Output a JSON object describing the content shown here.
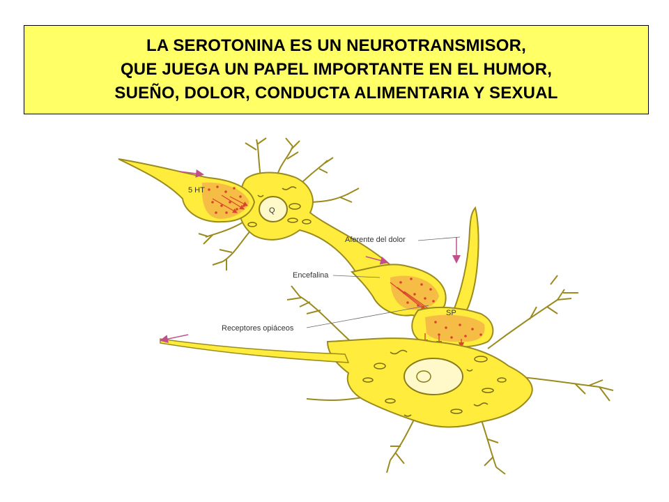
{
  "title": {
    "lines": [
      "LA SEROTONINA ES UN NEUROTRANSMISOR,",
      "QUE JUEGA UN PAPEL IMPORTANTE EN EL HUMOR,",
      "SUEÑO, DOLOR, CONDUCTA ALIMENTARIA Y SEXUAL"
    ]
  },
  "diagram": {
    "labels": {
      "serotonin": "5 HT",
      "pain_afferent": "Aferente del dolor",
      "enkephalin": "Encefalina",
      "opiate_receptors": "Receptores opiáceos",
      "substance_p": "SP"
    },
    "colors": {
      "cell_fill": "#ffec3c",
      "cell_outline": "#9a8a20",
      "terminal_fill": "#f2a94a",
      "vesicles": "#d8442c",
      "arrows": "#c0508c"
    }
  }
}
